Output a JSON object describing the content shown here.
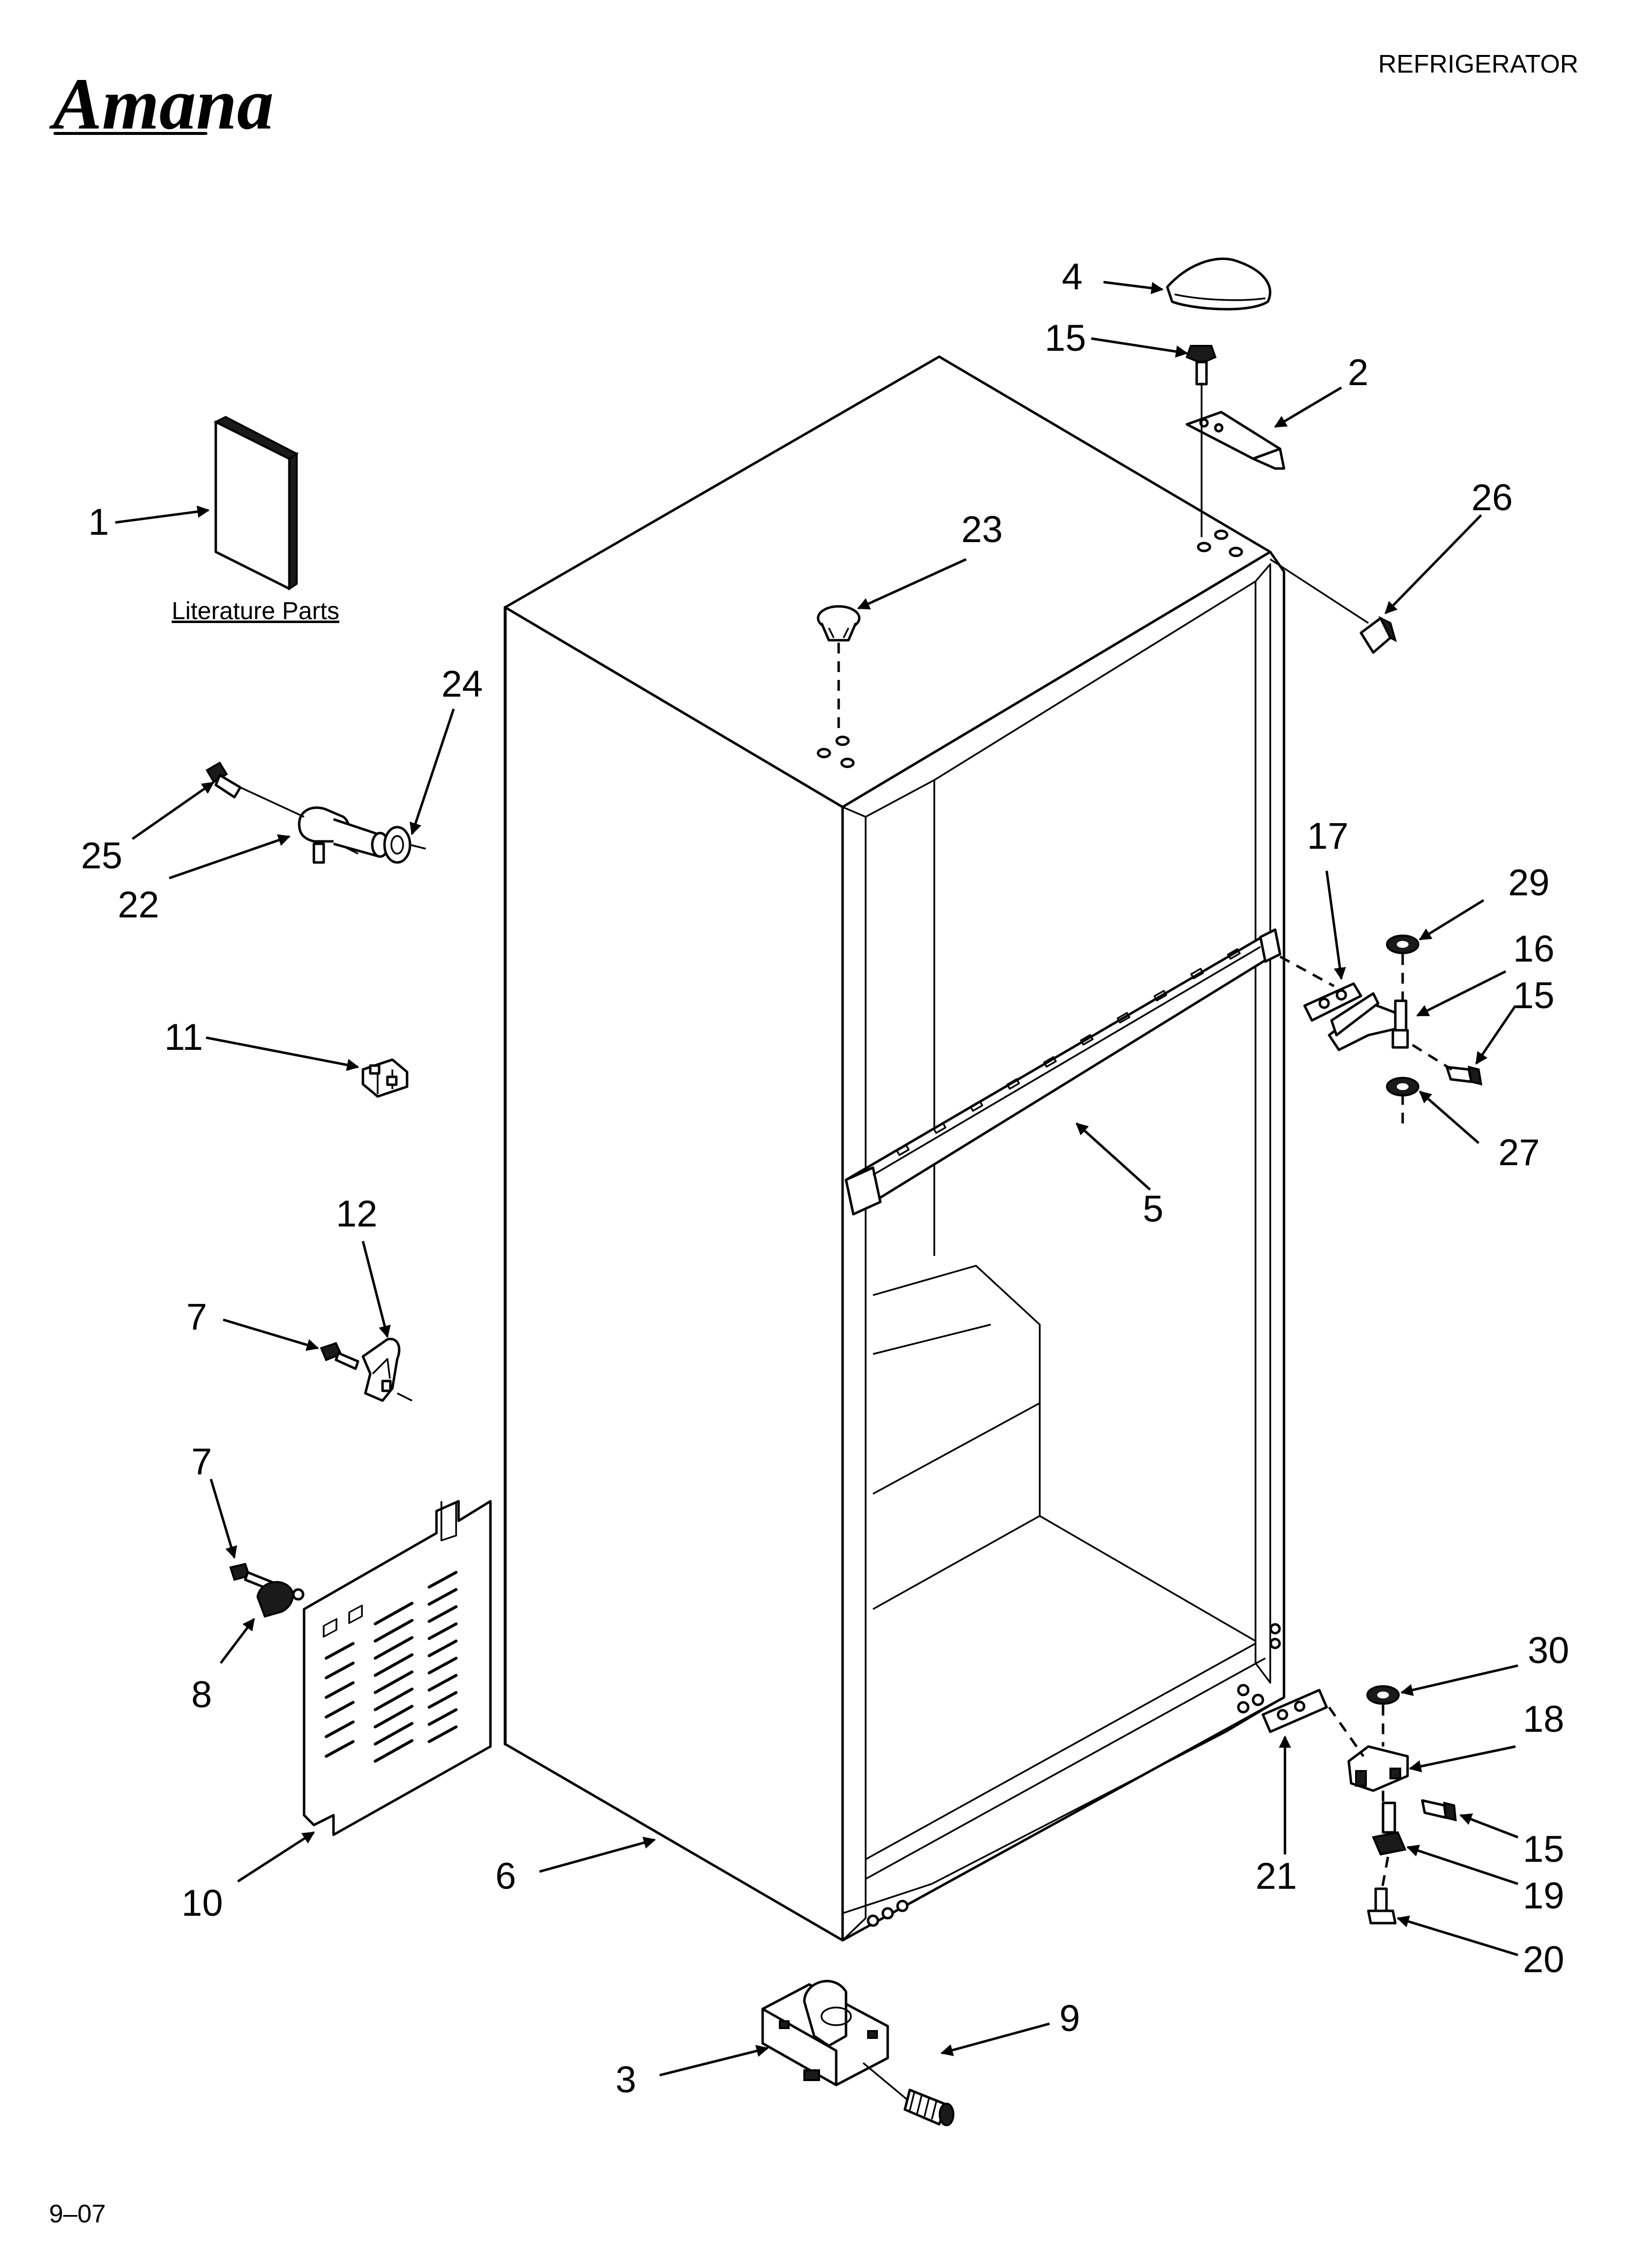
{
  "header": {
    "brand": "Amana",
    "title": "REFRIGERATOR"
  },
  "literature_label": "Literature Parts",
  "footer": {
    "date_code": "9–07"
  },
  "callouts": [
    {
      "id": "c1",
      "label": "1"
    },
    {
      "id": "c2",
      "label": "2"
    },
    {
      "id": "c3",
      "label": "3"
    },
    {
      "id": "c4",
      "label": "4"
    },
    {
      "id": "c5",
      "label": "5"
    },
    {
      "id": "c6",
      "label": "6"
    },
    {
      "id": "c7a",
      "label": "7"
    },
    {
      "id": "c7b",
      "label": "7"
    },
    {
      "id": "c8",
      "label": "8"
    },
    {
      "id": "c9",
      "label": "9"
    },
    {
      "id": "c10",
      "label": "10"
    },
    {
      "id": "c11",
      "label": "11"
    },
    {
      "id": "c12",
      "label": "12"
    },
    {
      "id": "c15a",
      "label": "15"
    },
    {
      "id": "c15b",
      "label": "15"
    },
    {
      "id": "c15c",
      "label": "15"
    },
    {
      "id": "c16",
      "label": "16"
    },
    {
      "id": "c17",
      "label": "17"
    },
    {
      "id": "c18",
      "label": "18"
    },
    {
      "id": "c19",
      "label": "19"
    },
    {
      "id": "c20",
      "label": "20"
    },
    {
      "id": "c21",
      "label": "21"
    },
    {
      "id": "c22",
      "label": "22"
    },
    {
      "id": "c23",
      "label": "23"
    },
    {
      "id": "c24",
      "label": "24"
    },
    {
      "id": "c25",
      "label": "25"
    },
    {
      "id": "c26",
      "label": "26"
    },
    {
      "id": "c27",
      "label": "27"
    },
    {
      "id": "c29",
      "label": "29"
    },
    {
      "id": "c30",
      "label": "30"
    }
  ]
}
